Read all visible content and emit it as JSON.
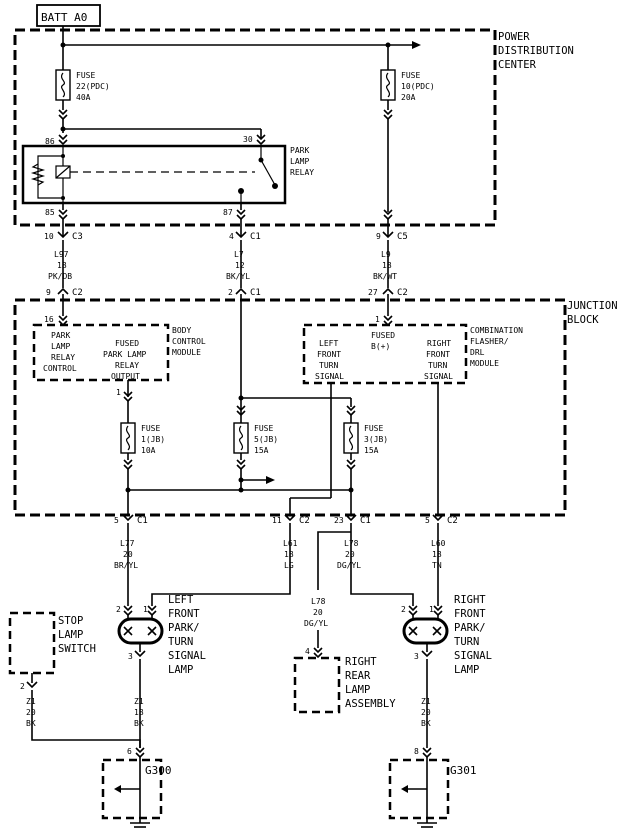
{
  "batt": "BATT A0",
  "pdc": {
    "title": [
      "POWER",
      "DISTRIBUTION",
      "CENTER"
    ]
  },
  "fuse22": [
    "FUSE",
    "22(PDC)",
    "40A"
  ],
  "fuse10": [
    "FUSE",
    "10(PDC)",
    "20A"
  ],
  "relay": {
    "label": [
      "PARK",
      "LAMP",
      "RELAY"
    ],
    "pin86": "86",
    "pin30": "30",
    "pin85": "85",
    "pin87": "87"
  },
  "conn_upper": [
    {
      "pin": "10",
      "name": "C3"
    },
    {
      "pin": "4",
      "name": "C1"
    },
    {
      "pin": "9",
      "name": "C5"
    }
  ],
  "wires_upper": [
    {
      "circuit": "L97",
      "gauge": "18",
      "color": "PK/DB"
    },
    {
      "circuit": "L7",
      "gauge": "12",
      "color": "BK/YL"
    },
    {
      "circuit": "L9",
      "gauge": "18",
      "color": "BK/WT"
    }
  ],
  "conn_jb_in": [
    {
      "pin": "9",
      "name": "C2"
    },
    {
      "pin": "2",
      "name": "C1"
    },
    {
      "pin": "27",
      "name": "C2"
    }
  ],
  "jb": {
    "title": [
      "JUNCTION",
      "BLOCK"
    ]
  },
  "bcm": {
    "pin": "16",
    "left": [
      "PARK",
      "LAMP",
      "RELAY",
      "CONTROL"
    ],
    "right": [
      "FUSED",
      "PARK LAMP",
      "RELAY",
      "OUTPUT"
    ],
    "module": [
      "BODY",
      "CONTROL",
      "MODULE"
    ]
  },
  "cfm": {
    "pin": "1",
    "fused": [
      "FUSED",
      "B(+)"
    ],
    "left": [
      "LEFT",
      "FRONT",
      "TURN",
      "SIGNAL"
    ],
    "right": [
      "RIGHT",
      "FRONT",
      "TURN",
      "SIGNAL"
    ],
    "module": [
      "COMBINATION",
      "FLASHER/",
      "DRL",
      "MODULE"
    ]
  },
  "fuse1": [
    "FUSE",
    "1(JB)",
    "10A"
  ],
  "fuse5": [
    "FUSE",
    "5(JB)",
    "15A"
  ],
  "fuse3": [
    "FUSE",
    "3(JB)",
    "15A"
  ],
  "fuse1_pin": "1",
  "conn_jb_out": [
    {
      "pin": "5",
      "name": "C1"
    },
    {
      "pin": "11",
      "name": "C2"
    },
    {
      "pin": "23",
      "name": "C1"
    },
    {
      "pin": "5",
      "name": "C2"
    }
  ],
  "wires_lower": [
    {
      "circuit": "L77",
      "gauge": "20",
      "color": "BR/YL"
    },
    {
      "circuit": "L61",
      "gauge": "18",
      "color": "LG"
    },
    {
      "circuit": "L78",
      "gauge": "20",
      "color": "DG/YL"
    },
    {
      "circuit": "L60",
      "gauge": "18",
      "color": "TN"
    }
  ],
  "wire_l78b": {
    "circuit": "L78",
    "gauge": "20",
    "color": "DG/YL"
  },
  "left_lamp": {
    "label": [
      "LEFT",
      "FRONT",
      "PARK/",
      "TURN",
      "SIGNAL",
      "LAMP"
    ],
    "pin2": "2",
    "pin1": "1",
    "pin3": "3"
  },
  "right_lamp": {
    "label": [
      "RIGHT",
      "FRONT",
      "PARK/",
      "TURN",
      "SIGNAL",
      "LAMP"
    ],
    "pin2": "2",
    "pin1": "1",
    "pin3": "3"
  },
  "stop_switch": {
    "label": [
      "STOP",
      "LAMP",
      "SWITCH"
    ],
    "pin": "2"
  },
  "rear_lamp": {
    "label": [
      "RIGHT",
      "REAR",
      "LAMP",
      "ASSEMBLY"
    ],
    "pin": "4"
  },
  "z1_stop": {
    "circuit": "Z1",
    "gauge": "20",
    "color": "BK"
  },
  "z1_left": {
    "circuit": "Z1",
    "gauge": "18",
    "color": "BK"
  },
  "z1_right": {
    "circuit": "Z1",
    "gauge": "20",
    "color": "BK"
  },
  "g300": {
    "label": "G300",
    "pin": "6"
  },
  "g301": {
    "label": "G301",
    "pin": "8"
  }
}
